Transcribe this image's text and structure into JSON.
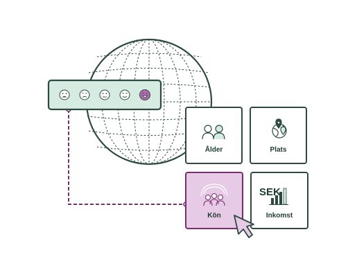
{
  "colors": {
    "dark_green": "#2c4a40",
    "light_green": "#d6ebe1",
    "purple": "#7a2d6e",
    "light_purple": "#e7cbe6",
    "accent_purple": "#b56ab0"
  },
  "rating_bar": {
    "icons": [
      "very-sad-face-icon",
      "sad-face-icon",
      "neutral-face-icon",
      "smile-face-icon",
      "happy-face-icon"
    ],
    "selected_index": 4
  },
  "tiles": [
    {
      "key": "alder",
      "label": "Ålder",
      "icon": "people-icon",
      "selected": false
    },
    {
      "key": "plats",
      "label": "Plats",
      "icon": "globe-pin-icon",
      "selected": false
    },
    {
      "key": "kon",
      "label": "Kön",
      "icon": "group-icon",
      "selected": true
    },
    {
      "key": "inkomst",
      "label": "Inkomst",
      "icon": "bar-chart-icon",
      "selected": false,
      "currency": "SEK"
    }
  ]
}
